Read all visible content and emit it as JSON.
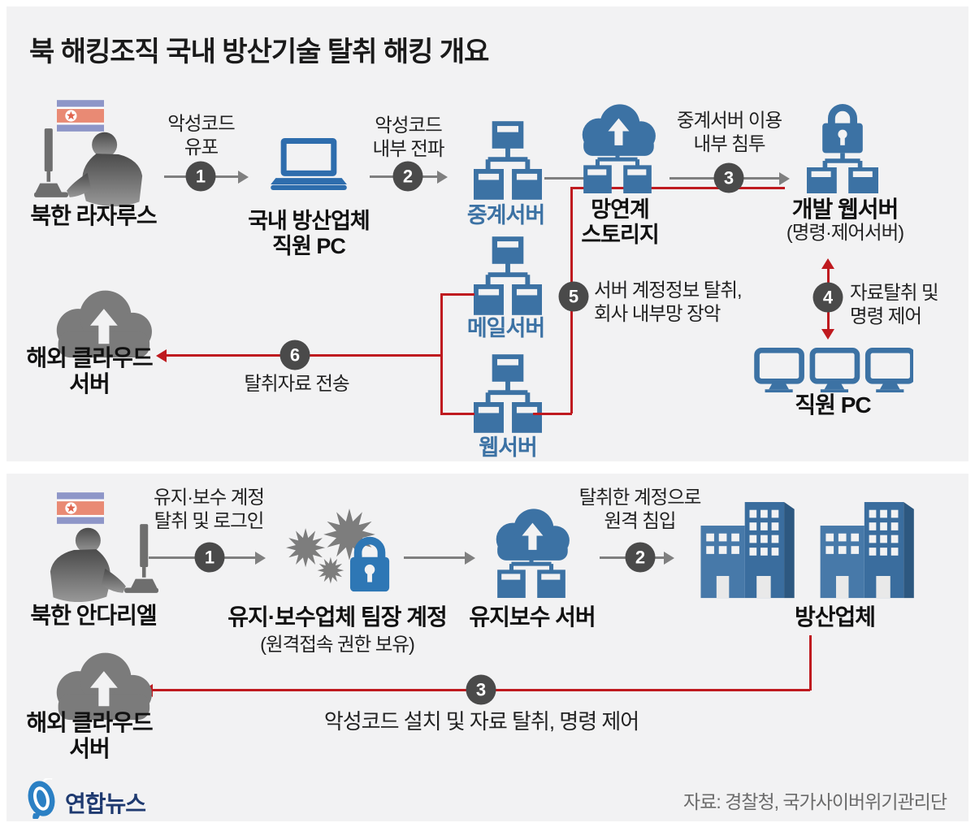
{
  "title": "북 해킹조직 국내 방산기술 탈취 해킹 개요",
  "panel_top": {
    "actor": "북한 라자루스",
    "steps": {
      "s1n": "1",
      "s1a": "악성코드",
      "s1b": "유포",
      "s2n": "2",
      "s2a": "악성코드",
      "s2b": "내부 전파",
      "s3n": "3",
      "s3a": "중계서버 이용",
      "s3b": "내부 침투",
      "s4n": "4",
      "s4a": "자료탈취 및",
      "s4b": "명령 제어",
      "s5n": "5",
      "s5a": "서버 계정정보 탈취,",
      "s5b": "회사 내부망 장악",
      "s6n": "6",
      "s6": "탈취자료 전송"
    },
    "nodes": {
      "pc1": "국내 방산업체",
      "pc2": "직원 PC",
      "relay": "중계서버",
      "storage1": "망연계",
      "storage2": "스토리지",
      "devweb1": "개발 웹서버",
      "devweb2": "(명령·제어서버)",
      "staffpc": "직원 PC",
      "mail": "메일서버",
      "web": "웹서버",
      "cloud1": "해외 클라우드",
      "cloud2": "서버"
    }
  },
  "panel_bottom": {
    "actor": "북한 안다리엘",
    "steps": {
      "s1n": "1",
      "s1a": "유지·보수 계정",
      "s1b": "탈취 및 로그인",
      "s2n": "2",
      "s2a": "탈취한 계정으로",
      "s2b": "원격 침입",
      "s3n": "3",
      "s3": "악성코드 설치 및 자료 탈취, 명령 제어"
    },
    "nodes": {
      "account1": "유지·보수업체 팀장 계정",
      "account2": "(원격접속 권한 보유)",
      "maint": "유지보수 서버",
      "defense": "방산업체",
      "cloud1": "해외 클라우드",
      "cloud2": "서버"
    }
  },
  "footer": {
    "logo": "연합뉴스",
    "credit": "자료: 경찰청, 국가사이버위기관리단"
  },
  "colors": {
    "blue": "#3c72a4",
    "red": "#bf1a1f",
    "badge": "#4a4a4a",
    "panel_bg": "#f2f2f3"
  }
}
